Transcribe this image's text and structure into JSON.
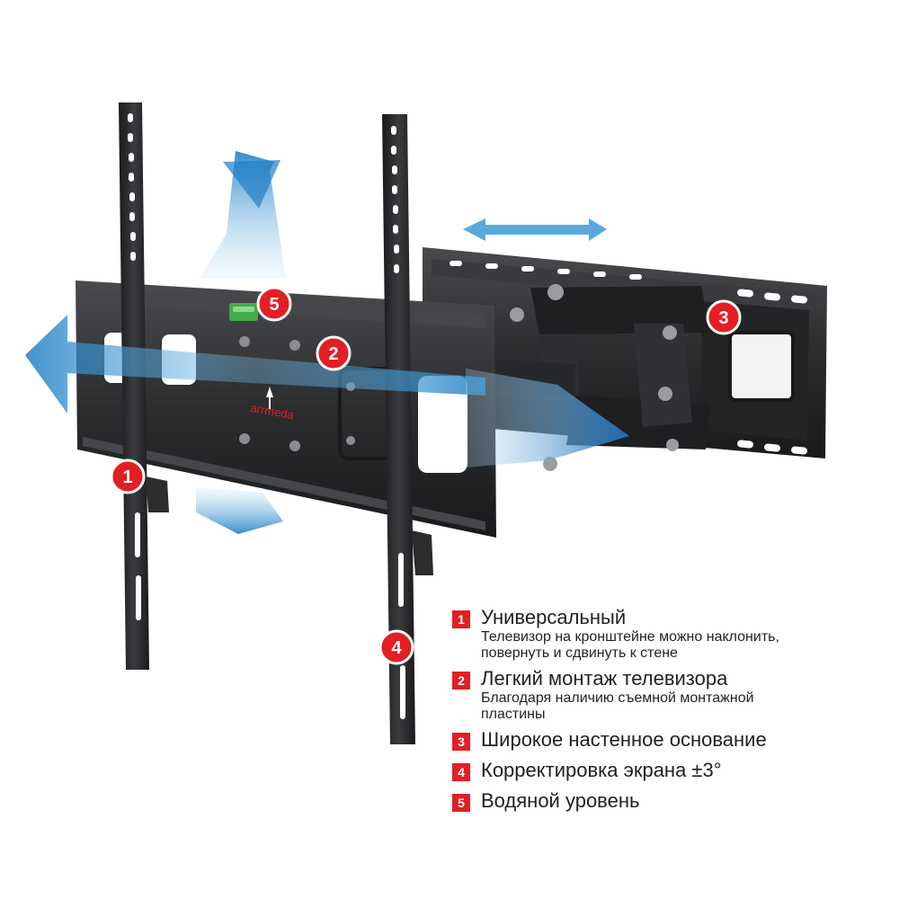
{
  "brand_text": "arrmeda",
  "colors": {
    "accent_red": "#e31e24",
    "metal_dark": "#2b2c2e",
    "arrow_blue": "#1f7fc4",
    "level_green": "#3fae49"
  },
  "markers": [
    {
      "number": "1"
    },
    {
      "number": "2"
    },
    {
      "number": "3"
    },
    {
      "number": "4"
    },
    {
      "number": "5"
    }
  ],
  "legend": [
    {
      "number": "1",
      "title": "Универсальный",
      "subtitle_line1": "Телевизор на кронштейне можно наклонить,",
      "subtitle_line2": "повернуть и сдвинуть к стене"
    },
    {
      "number": "2",
      "title": "Легкий монтаж телевизора",
      "subtitle_line1": "Благодаря наличию съемной монтажной",
      "subtitle_line2": "пластины"
    },
    {
      "number": "3",
      "title": "Широкое настенное основание"
    },
    {
      "number": "4",
      "title": "Корректировка экрана ±3°"
    },
    {
      "number": "5",
      "title": "Водяной уровень"
    }
  ]
}
